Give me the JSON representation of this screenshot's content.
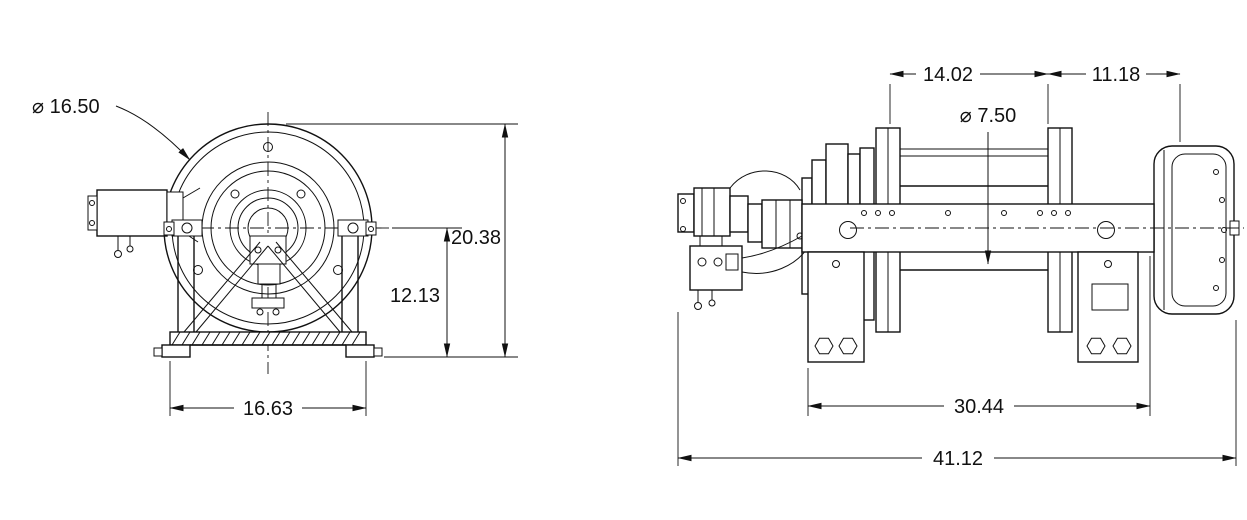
{
  "drawing": {
    "type": "engineering-dimensional-drawing",
    "subject": "hydraulic winch, two orthographic views",
    "line_color": "#111111",
    "background": "#ffffff"
  },
  "side_view": {
    "name": "end view (drum axis toward viewer)",
    "dims": {
      "flange_diameter": "⌀ 16.50",
      "overall_height": "20.38",
      "centerline_height": "12.13",
      "base_width": "16.63"
    }
  },
  "front_view": {
    "name": "front view (drum axis horizontal)",
    "dims": {
      "drum_length": "14.02",
      "brake_end_length": "11.18",
      "barrel_diameter": "⌀ 7.50",
      "mount_width": "30.44",
      "overall_length": "41.12"
    }
  }
}
